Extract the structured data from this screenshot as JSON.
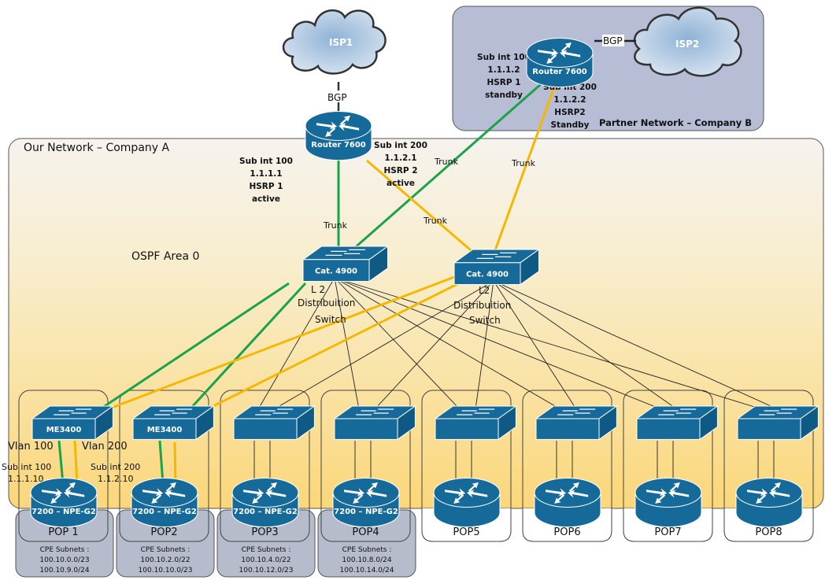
{
  "regions": {
    "company_a": "Our Network – Company A",
    "company_b": "Partner Network – Company B",
    "ospf": "OSPF Area 0"
  },
  "clouds": {
    "isp1": "ISP1",
    "isp2": "ISP2"
  },
  "links": {
    "bgp1": "BGP",
    "bgp2": "BGP",
    "trunk": "Trunk"
  },
  "routers": {
    "core_a": {
      "label": "Router 7600",
      "sub100": [
        "Sub int 100",
        "1.1.1.1",
        "HSRP 1",
        "active"
      ],
      "sub200": [
        "Sub int 200",
        "1.1.2.1",
        "HSRP 2",
        "active"
      ]
    },
    "core_b": {
      "label": "Router 7600",
      "sub100": [
        "Sub int 100",
        "1.1.1.2",
        "HSRP 1",
        "standby"
      ],
      "sub200": [
        "Sub int 200",
        "1.1.2.2",
        "HSRP2",
        "Standby"
      ]
    }
  },
  "distribution": [
    {
      "label": "Cat. 4900",
      "desc": [
        "L 2",
        "Distribuition",
        "Switch"
      ]
    },
    {
      "label": "Cat. 4900",
      "desc": [
        "L2",
        "Distribuition",
        "Switch"
      ]
    }
  ],
  "pop1_annotations": {
    "vlan100": "Vlan 100",
    "vlan200": "Vlan 200",
    "sub100": [
      "Sub int 100",
      "1.1.1.10"
    ],
    "sub200": [
      "Sub int 200",
      "1.1.2.10"
    ]
  },
  "pops": [
    {
      "name": "POP 1",
      "switch": "ME3400",
      "router": "7200 – NPE-G2",
      "cpe_title": "CPE Subnets :",
      "cpe": [
        "100.10.0.0/23",
        "100.10.9.0/24"
      ]
    },
    {
      "name": "POP2",
      "switch": "ME3400",
      "router": "7200 – NPE-G2",
      "cpe_title": "CPE Subnets :",
      "cpe": [
        "100.10.2.0/22",
        "100.10.10.0/23"
      ]
    },
    {
      "name": "POP3",
      "switch": "",
      "router": "7200 – NPE-G2",
      "cpe_title": "CPE Subnets :",
      "cpe": [
        "100.10.4.0/22",
        "100.10.12.0/23"
      ]
    },
    {
      "name": "POP4",
      "switch": "",
      "router": "7200 – NPE-G2",
      "cpe_title": "CPE Subnets :",
      "cpe": [
        "100.10.8.0/24",
        "100.10.14.0/24"
      ]
    },
    {
      "name": "POP5",
      "switch": "",
      "router": "",
      "cpe_title": "",
      "cpe": []
    },
    {
      "name": "POP6",
      "switch": "",
      "router": "",
      "cpe_title": "",
      "cpe": []
    },
    {
      "name": "POP7",
      "switch": "",
      "router": "",
      "cpe_title": "",
      "cpe": []
    },
    {
      "name": "POP8",
      "switch": "",
      "router": "",
      "cpe_title": "",
      "cpe": []
    }
  ],
  "colors": {
    "device": "#156a99",
    "green_link": "#1aa34a",
    "orange_link": "#f5b800",
    "company_b_bg": "#b7bdd4",
    "cpe_bg": "#b7bccd"
  }
}
